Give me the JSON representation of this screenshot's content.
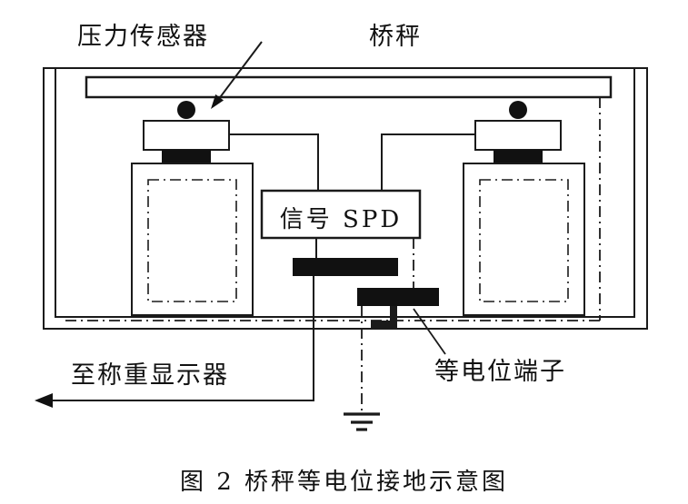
{
  "figure": {
    "labels": {
      "pressure_sensor": "压力传感器",
      "bridge_scale": "桥秤",
      "signal_spd": "信号 SPD",
      "to_weighing_display": "至称重显示器",
      "equipotential_terminal": "等电位端子"
    },
    "caption": "图 2  桥秤等电位接地示意图",
    "colors": {
      "line": "#1a1a1a",
      "solid_fill": "#111111",
      "background": "#ffffff"
    }
  }
}
